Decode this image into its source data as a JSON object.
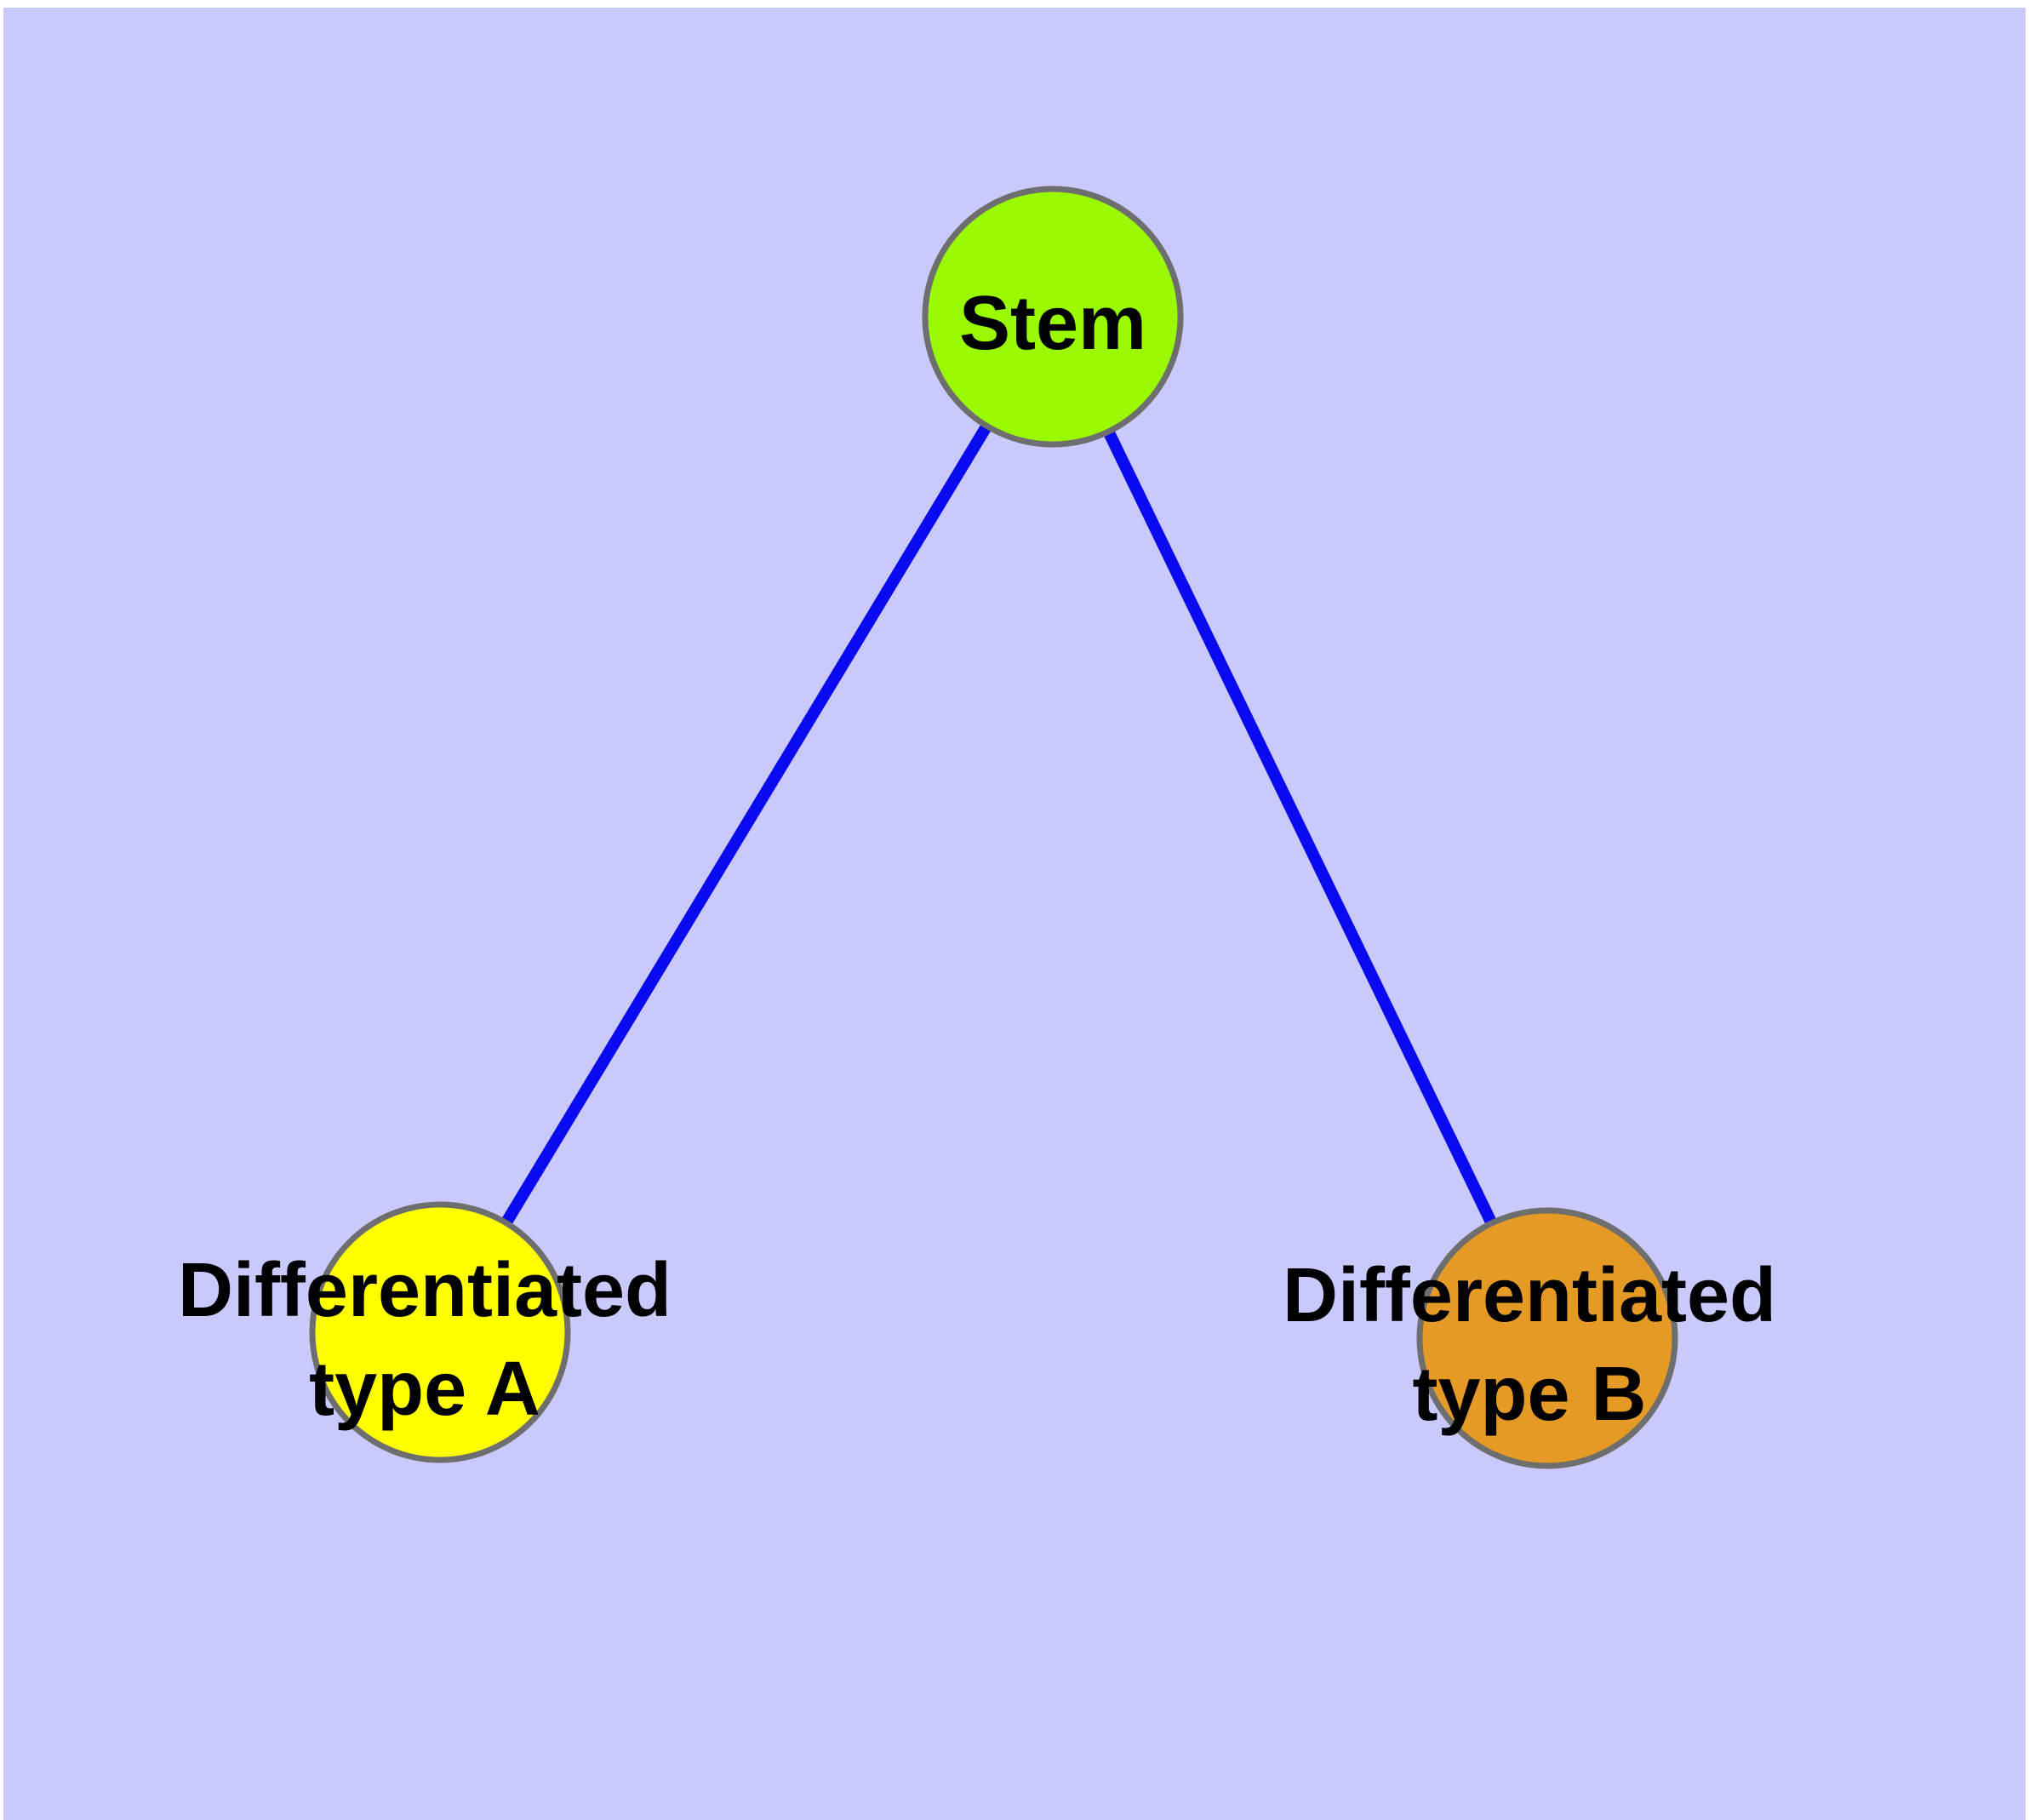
{
  "diagram": {
    "description": "Stem cell differentiation diagram",
    "background_color": "#c9c9fb",
    "margin_color": "#ffffff",
    "edge_color": "#0a0af0",
    "node_border_color": "#6e6e6e",
    "nodes": [
      {
        "id": "stem",
        "label": "Stem",
        "lines": [
          "Stem"
        ],
        "fill": "#99fa01"
      },
      {
        "id": "differentiated-type-a",
        "label": "Differentiated type A",
        "lines": [
          "Differentiated",
          "type A"
        ],
        "fill": "#ffff00"
      },
      {
        "id": "differentiated-type-b",
        "label": "Differentiated type B",
        "lines": [
          "Differentiated",
          "type B"
        ],
        "fill": "#e49a24"
      }
    ],
    "edges": [
      {
        "from": "stem",
        "to": "differentiated-type-a"
      },
      {
        "from": "stem",
        "to": "differentiated-type-b"
      }
    ]
  }
}
